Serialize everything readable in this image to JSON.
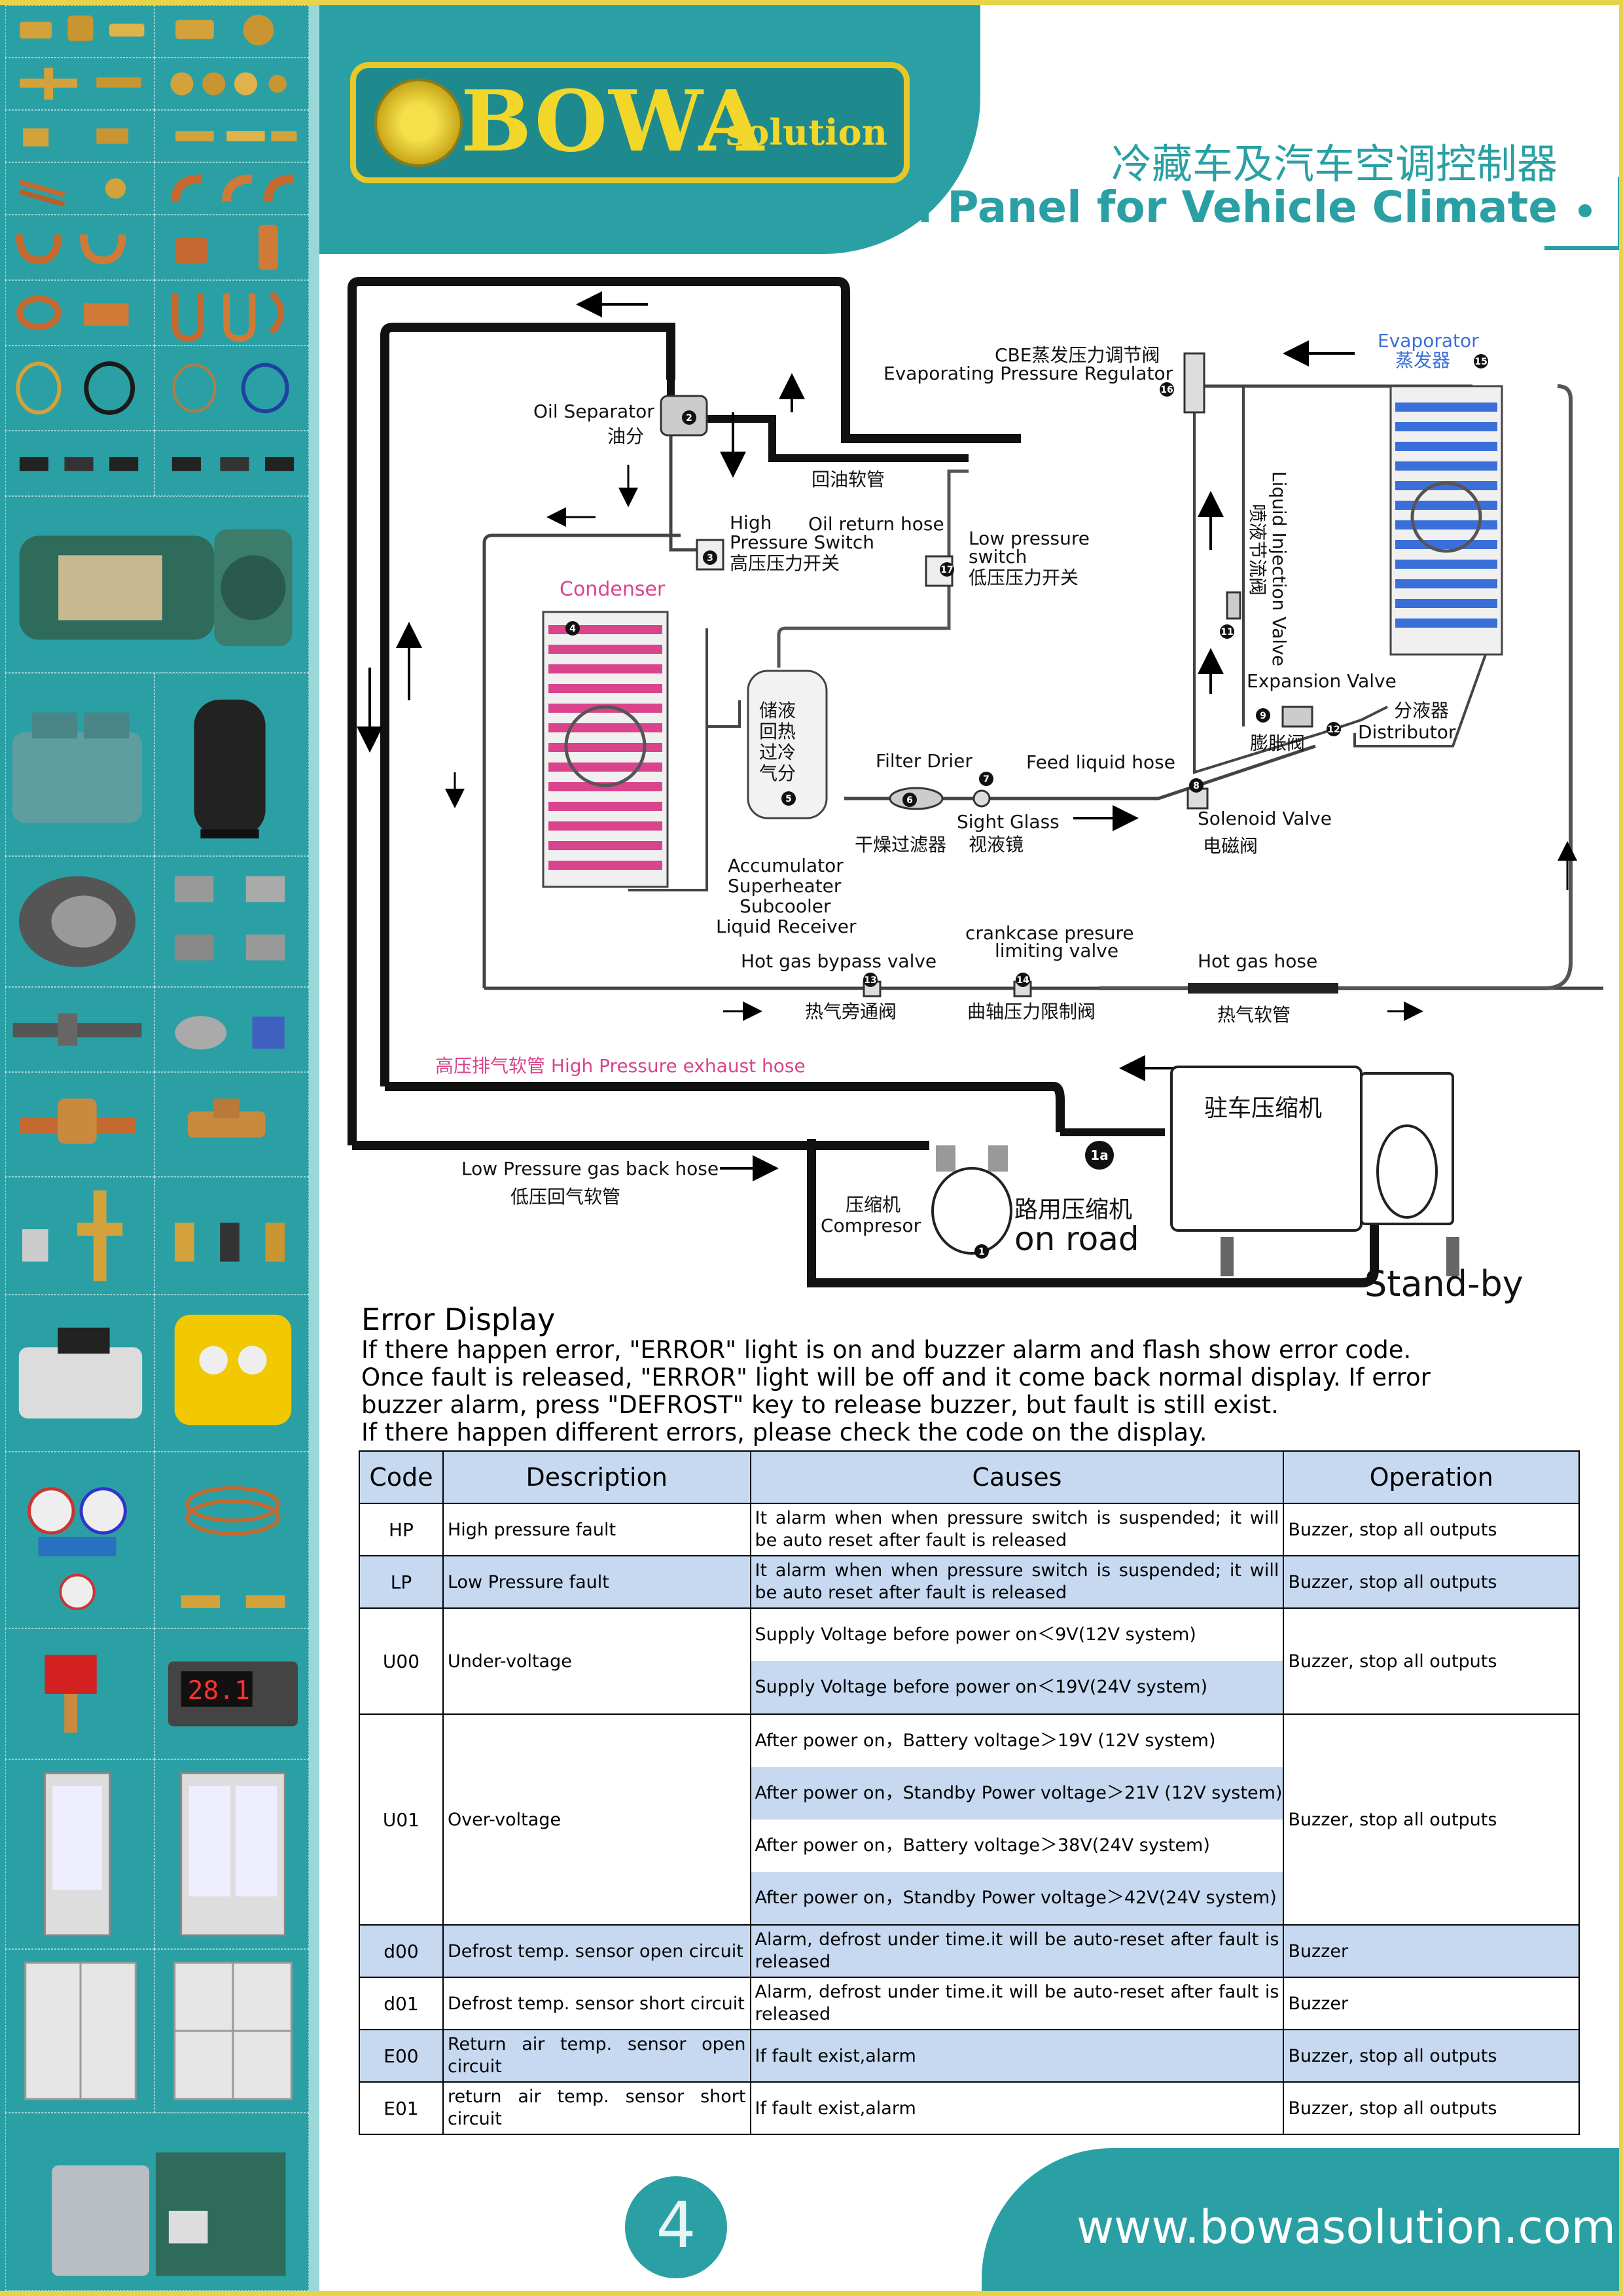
{
  "header": {
    "logo_word": "BOWA",
    "logo_sub": "solution",
    "title_cn": "冷藏车及汽车空调控制器",
    "title_en": "Dash Panel for Vehicle Climate"
  },
  "diagram": {
    "labels": {
      "oil_separator": "Oil Separator",
      "oil_separator_cn": "油分",
      "cbe_regulator_cn": "CBE蒸发压力调节阀",
      "evap_pressure_regulator": "Evaporating Pressure Regulator",
      "evaporator": "Evaporator",
      "evaporator_cn": "蒸发器",
      "oil_return_cn": "回油软管",
      "oil_return": "Oil return hose",
      "high_pressure_switch_1": "High",
      "high_pressure_switch_2": "Pressure Switch",
      "high_pressure_switch_cn": "高压压力开关",
      "low_pressure_switch_1": "Low pressure",
      "low_pressure_switch_2": "switch",
      "low_pressure_switch_cn": "低压压力开关",
      "liquid_injection_valve": "Liquid Injection Valve",
      "liquid_injection_valve_cn": "喷液节流阀",
      "condenser": "Condenser",
      "accumulator_cn_1": "储液",
      "accumulator_cn_2": "回热",
      "accumulator_cn_3": "过冷",
      "accumulator_cn_4": "气分",
      "expansion_valve": "Expansion Valve",
      "expansion_valve_cn": "膨胀阀",
      "distributor_cn": "分液器",
      "distributor": "Distributor",
      "filter_drier": "Filter Drier",
      "feed_liquid_hose": "Feed liquid hose",
      "sight_glass": "Sight Glass",
      "sight_glass_cn": "视液镜",
      "filter_drier_cn": "干燥过滤器",
      "solenoid_valve": "Solenoid Valve",
      "solenoid_valve_cn": "电磁阀",
      "accumulator": "Accumulator",
      "superheater": "Superheater",
      "subcooler": "Subcooler",
      "liquid_receiver": "Liquid Receiver",
      "crankcase_1": "crankcase presure",
      "crankcase_2": "limiting valve",
      "hot_gas_bypass": "Hot gas bypass valve",
      "hot_gas_hose": "Hot gas hose",
      "hot_gas_bypass_cn": "热气旁通阀",
      "crankcase_cn": "曲轴压力限制阀",
      "hot_gas_hose_cn": "热气软管",
      "hp_exhaust_hose": "高压排气软管  High Pressure exhaust hose",
      "parking_compressor_cn": "驻车压缩机",
      "lp_gas_back_hose": "Low Pressure gas back hose",
      "lp_gas_back_hose_cn": "低压回气软管",
      "compressor_cn": "压缩机",
      "compressor": "Compresor",
      "on_road_cn": "路用压缩机",
      "on_road": "on road",
      "standby": "Stand-by"
    },
    "markers": [
      "1",
      "1a",
      "2",
      "3",
      "4",
      "5",
      "6",
      "7",
      "8",
      "9",
      "11",
      "12",
      "13",
      "14",
      "15",
      "16",
      "17"
    ]
  },
  "error_display": {
    "title": "Error Display",
    "lines": [
      "If there happen error,  \"ERROR\" light is on and  buzzer alarm and flash show error code.",
      "Once fault is released, \"ERROR\" light will be off and it come back normal display. If error",
      "buzzer alarm, press \"DEFROST\" key to release buzzer, but fault is still exist.",
      "If there happen different errors, please check the code on the display."
    ]
  },
  "table": {
    "headers": [
      "Code",
      "Description",
      "Causes",
      "Operation"
    ],
    "rows": [
      {
        "code": "HP",
        "description": "High pressure fault",
        "causes": [
          "It alarm when when pressure switch is suspended; it will be auto reset after fault is released"
        ],
        "operation": "Buzzer, stop all outputs"
      },
      {
        "code": "LP",
        "description": "Low Pressure fault",
        "causes": [
          "It alarm when when pressure switch is suspended; it will be auto reset after fault is released"
        ],
        "operation": "Buzzer, stop all outputs"
      },
      {
        "code": "U00",
        "description": "Under-voltage",
        "causes": [
          "Supply Voltage before power on＜9V(12V system)",
          "Supply Voltage before power on＜19V(24V system)"
        ],
        "operation": "Buzzer, stop all outputs"
      },
      {
        "code": "U01",
        "description": "Over-voltage",
        "causes": [
          "After power on，Battery voltage＞19V (12V system)",
          "After power on，Standby Power voltage＞21V (12V system)",
          "After power on，Battery voltage＞38V(24V system)",
          "After power on，Standby Power voltage＞42V(24V system)"
        ],
        "operation": "Buzzer, stop all outputs"
      },
      {
        "code": "d00",
        "description": "Defrost temp. sensor open circuit",
        "causes": [
          "Alarm, defrost under time.it will be auto-reset after fault is released"
        ],
        "operation": "Buzzer"
      },
      {
        "code": "d01",
        "description": "Defrost temp. sensor short circuit",
        "causes": [
          "Alarm, defrost under time.it will be auto-reset after fault is released"
        ],
        "operation": "Buzzer"
      },
      {
        "code": "E00",
        "description": "Return air temp. sensor open circuit",
        "causes": [
          "If fault exist,alarm"
        ],
        "operation": "Buzzer, stop all outputs"
      },
      {
        "code": "E01",
        "description": "return air temp. sensor short circuit",
        "causes": [
          "If fault exist,alarm"
        ],
        "operation": "Buzzer, stop all outputs"
      }
    ]
  },
  "footer": {
    "page_number": "4",
    "url": "www.bowasolution.com"
  },
  "sidebar": {
    "thermostat_display": "28.1"
  }
}
